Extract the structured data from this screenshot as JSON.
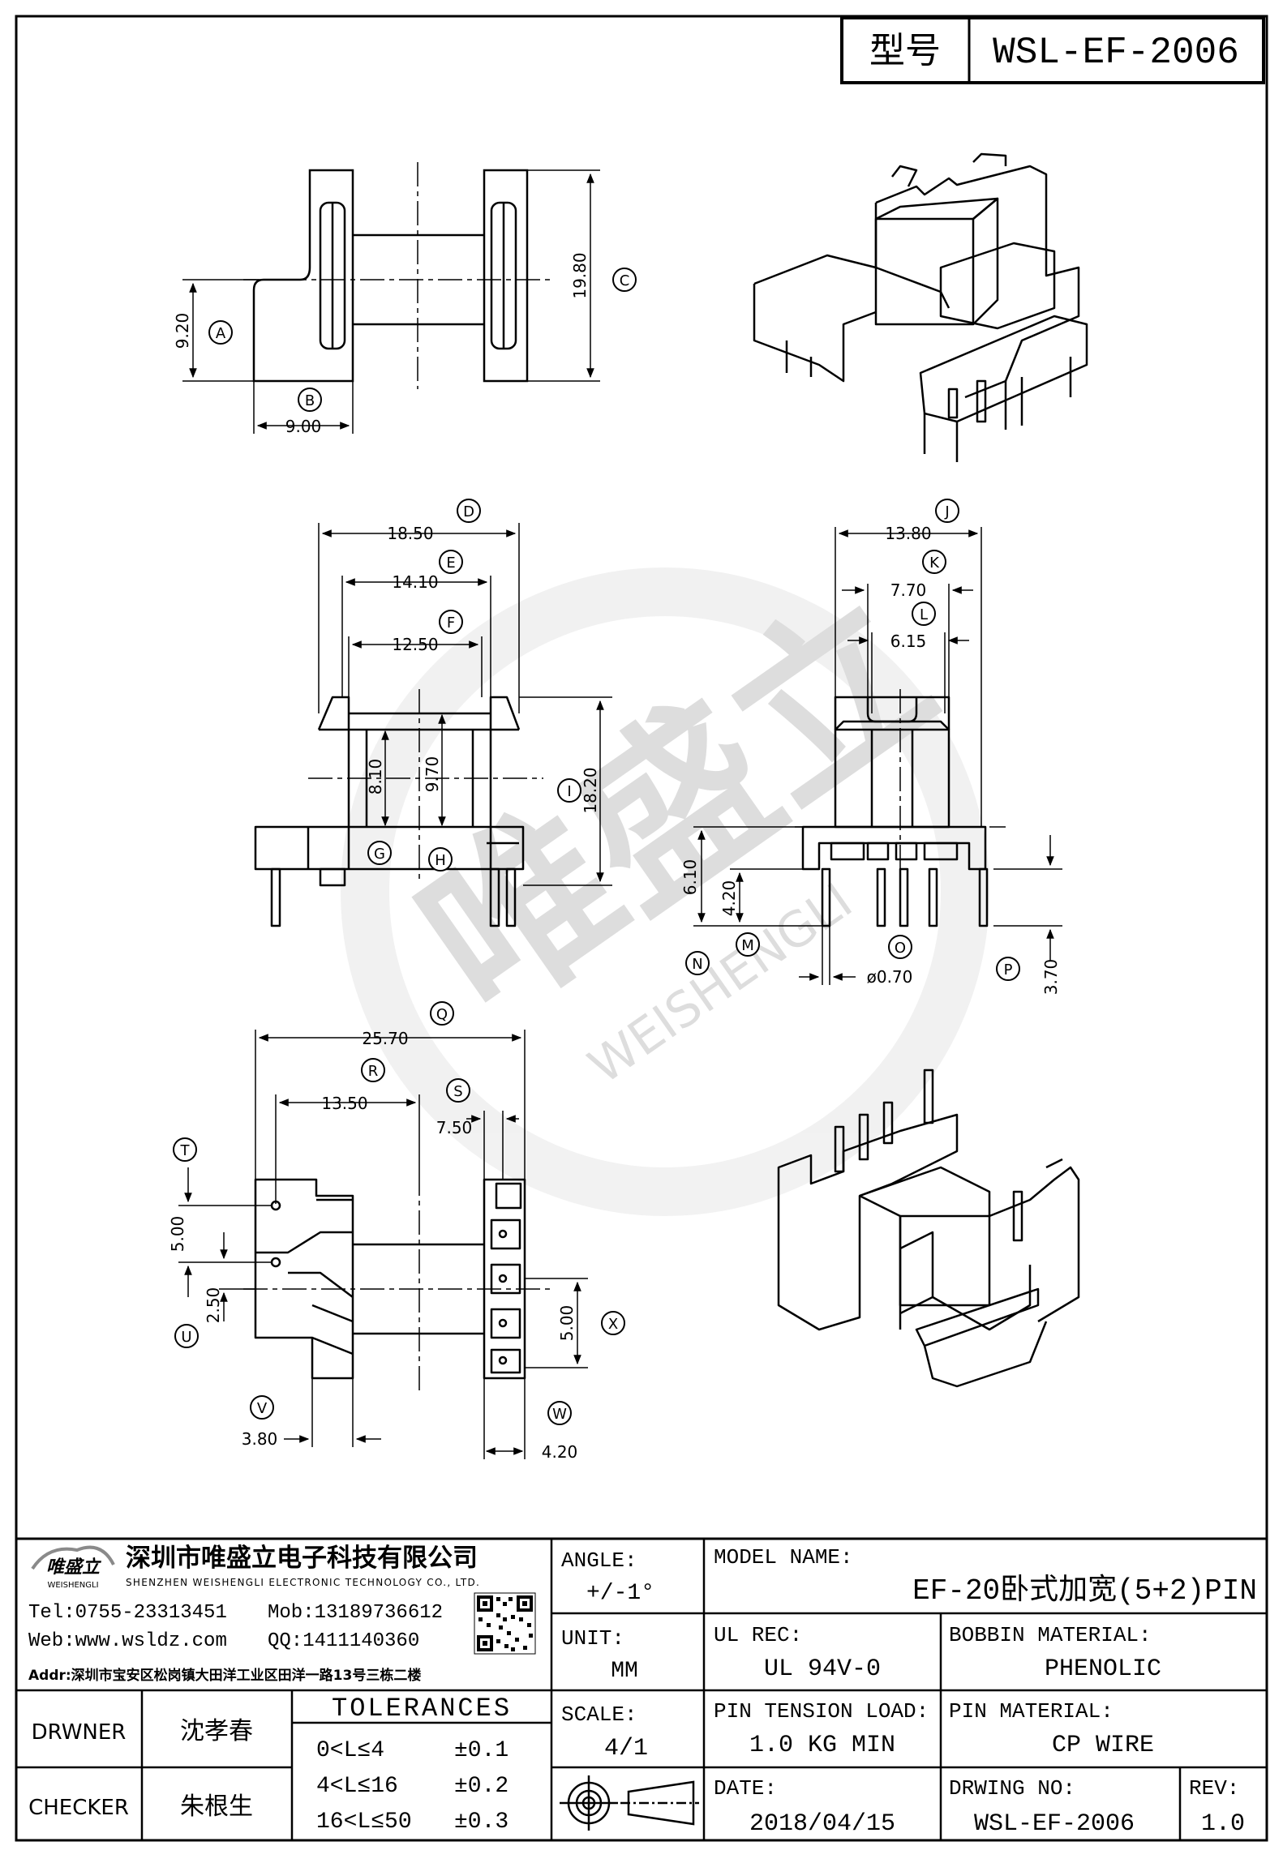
{
  "header": {
    "model_label": "型号",
    "model_value": "WSL-EF-2006"
  },
  "dimensions": {
    "A": "9.20",
    "B": "9.00",
    "C": "19.80",
    "D": "18.50",
    "E": "14.10",
    "F": "12.50",
    "H": "9.70",
    "G": "8.10",
    "I": "18.20",
    "J": "13.80",
    "K": "7.70",
    "L": "6.15",
    "N": "6.10",
    "M": "4.20",
    "O": "ø0.70",
    "P": "3.70",
    "Q": "25.70",
    "R": "13.50",
    "S": "7.50",
    "T": "5.00",
    "U": "2.50",
    "V": "3.80",
    "W": "4.20",
    "X": "5.00"
  },
  "letters": [
    "A",
    "B",
    "C",
    "D",
    "E",
    "F",
    "G",
    "H",
    "I",
    "J",
    "K",
    "L",
    "M",
    "N",
    "O",
    "P",
    "Q",
    "R",
    "S",
    "T",
    "U",
    "V",
    "W",
    "X"
  ],
  "watermark": {
    "text": "唯盛立",
    "subtext": "WEISHENGLI"
  },
  "company": {
    "logo_text": "唯盛立",
    "logo_sub": "WEISHENGLI",
    "name_cn": "深圳市唯盛立电子科技有限公司",
    "name_en": "SHENZHEN WEISHENGLI ELECTRONIC TECHNOLOGY CO., LTD.",
    "tel": "Tel:0755-23313451",
    "mob": "Mob:13189736612",
    "web": "Web:www.wsldz.com",
    "qq": "QQ:1411140360",
    "addr": "Addr:深圳市宝安区松岗镇大田洋工业区田洋一路13号三栋二楼"
  },
  "title_block": {
    "drawer_label": "DRWNER",
    "drawer_name": "沈孝春",
    "checker_label": "CHECKER",
    "checker_name": "朱根生",
    "tolerances_label": "TOLERANCES",
    "tolerances": [
      {
        "range": "0<L≤4",
        "value": "±0.1"
      },
      {
        "range": "4<L≤16",
        "value": "±0.2"
      },
      {
        "range": "16<L≤50",
        "value": "±0.3"
      }
    ],
    "angle_label": "ANGLE:",
    "angle_value": "+/-1°",
    "unit_label": "UNIT:",
    "unit_value": "MM",
    "scale_label": "SCALE:",
    "scale_value": "4/1",
    "model_name_label": "MODEL NAME:",
    "model_name_value": "EF-20卧式加宽(5+2)PIN",
    "ul_label": "UL REC:",
    "ul_value": "UL 94V-0",
    "bobbin_label": "BOBBIN MATERIAL:",
    "bobbin_value": "PHENOLIC",
    "tension_label": "PIN TENSION LOAD:",
    "tension_value": "1.0 KG MIN",
    "pin_material_label": "PIN MATERIAL:",
    "pin_material_value": "CP WIRE",
    "date_label": "DATE:",
    "date_value": "2018/04/15",
    "drawing_no_label": "DRWING NO:",
    "drawing_no_value": "WSL-EF-2006",
    "rev_label": "REV:",
    "rev_value": "1.0"
  }
}
